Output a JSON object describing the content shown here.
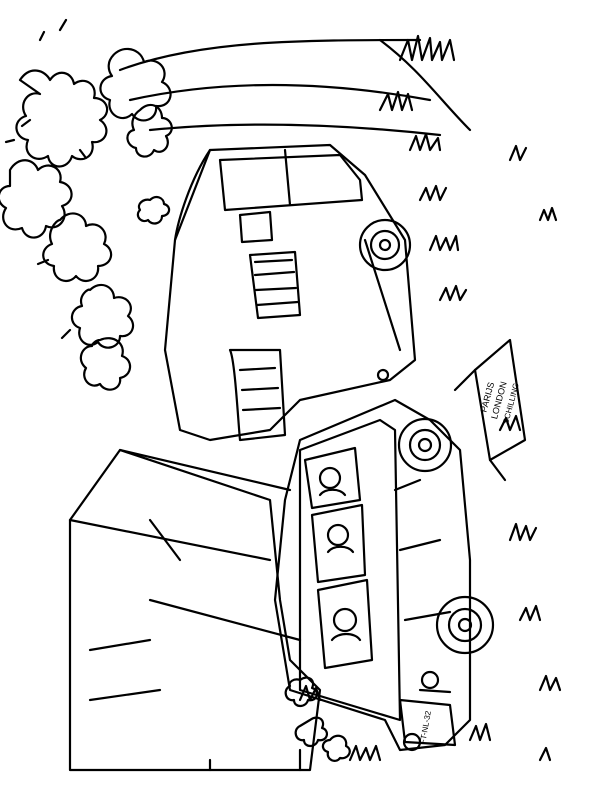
{
  "artwork": {
    "kind": "coloring-page line drawing",
    "background_color": "#ffffff",
    "ink_color": "#000000",
    "signpost": {
      "line1": "PARIJS",
      "line2": "LONDON",
      "line3": "SCHILLING"
    },
    "license_plate": "FT-NL-32"
  }
}
